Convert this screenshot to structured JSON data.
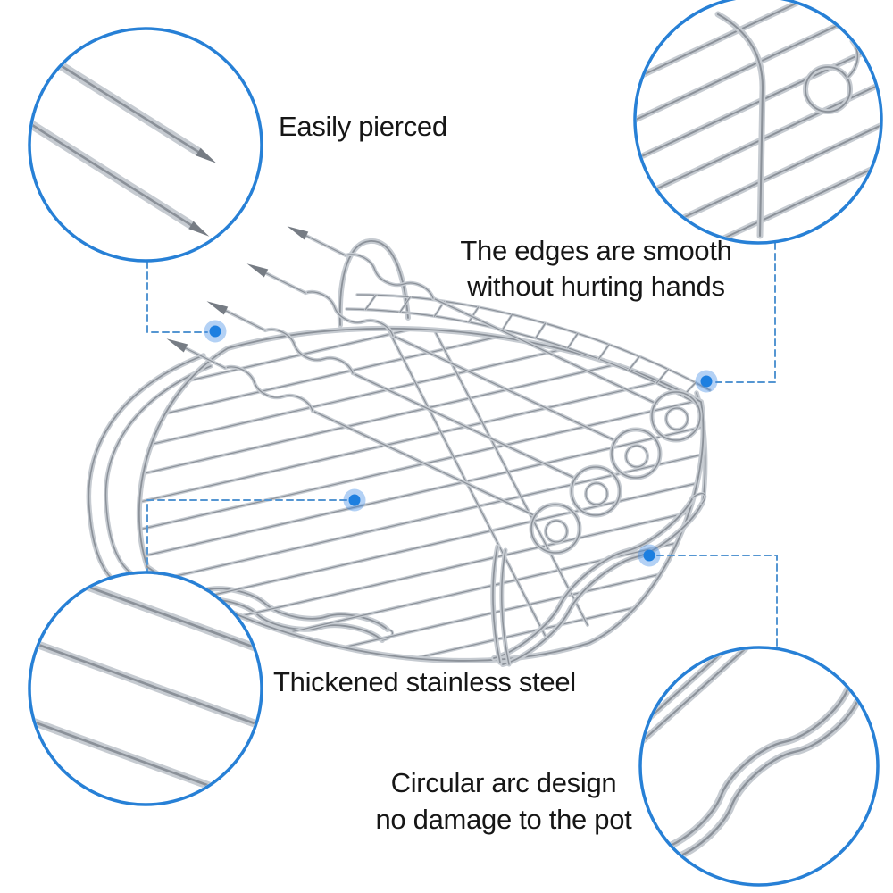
{
  "callouts": {
    "easily_pierced": "Easily pierced",
    "edges_line1": "The edges are smooth",
    "edges_line2": "without hurting hands",
    "thickened": "Thickened stainless steel",
    "arc_line1": "Circular arc design",
    "arc_line2": "no damage to the pot"
  },
  "colors": {
    "background": "#ffffff",
    "callout_ring": "#2780d6",
    "leader_line": "#5596d2",
    "feature_dot": "#1d7fe0",
    "feature_dot_halo": "rgba(66,139,230,0.4)",
    "text": "#161616",
    "wire_light": "#c6cbd1",
    "wire_dark": "#8b9199",
    "skewer_tip": "#767c84"
  },
  "icons": {
    "callout_circle": "zoom-detail-circle-icon",
    "feature_dot": "feature-point-dot-icon"
  }
}
